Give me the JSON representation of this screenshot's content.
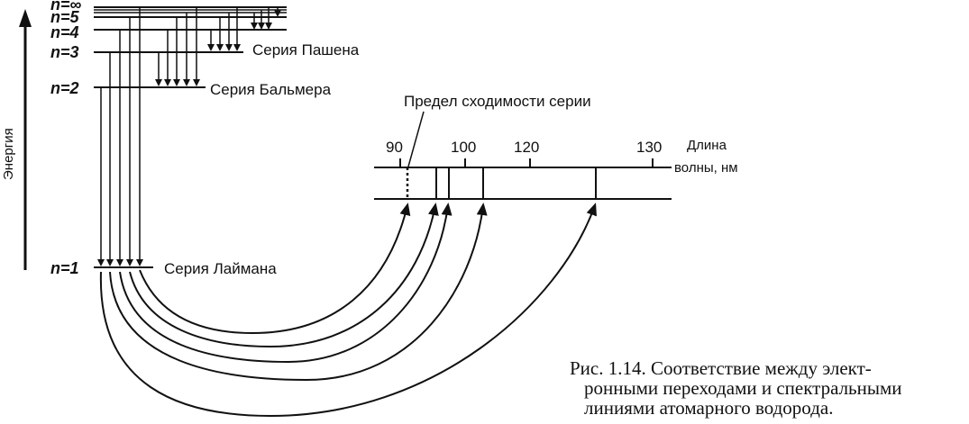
{
  "axis_label": "Энергия",
  "levels": [
    {
      "label": "n=∞"
    },
    {
      "label": "n=5"
    },
    {
      "label": "n=4"
    },
    {
      "label": "n=3"
    },
    {
      "label": "n=2"
    },
    {
      "label": "n=1"
    }
  ],
  "series": {
    "paschen": "Серия Пашена",
    "balmer": "Серия Бальмера",
    "lyman": "Серия Лаймана"
  },
  "convergence_label": "Предел сходимости серии",
  "wavelength_axis": {
    "label_line1": "Длина",
    "label_line2": "волны,  нм",
    "ticks": [
      "90",
      "100",
      "120",
      "130"
    ]
  },
  "caption": {
    "line1": "Рис. 1.14. Соответствие между элект-",
    "line2": "ронными переходами и спектральными",
    "line3": "линиями атомарного водорода."
  }
}
